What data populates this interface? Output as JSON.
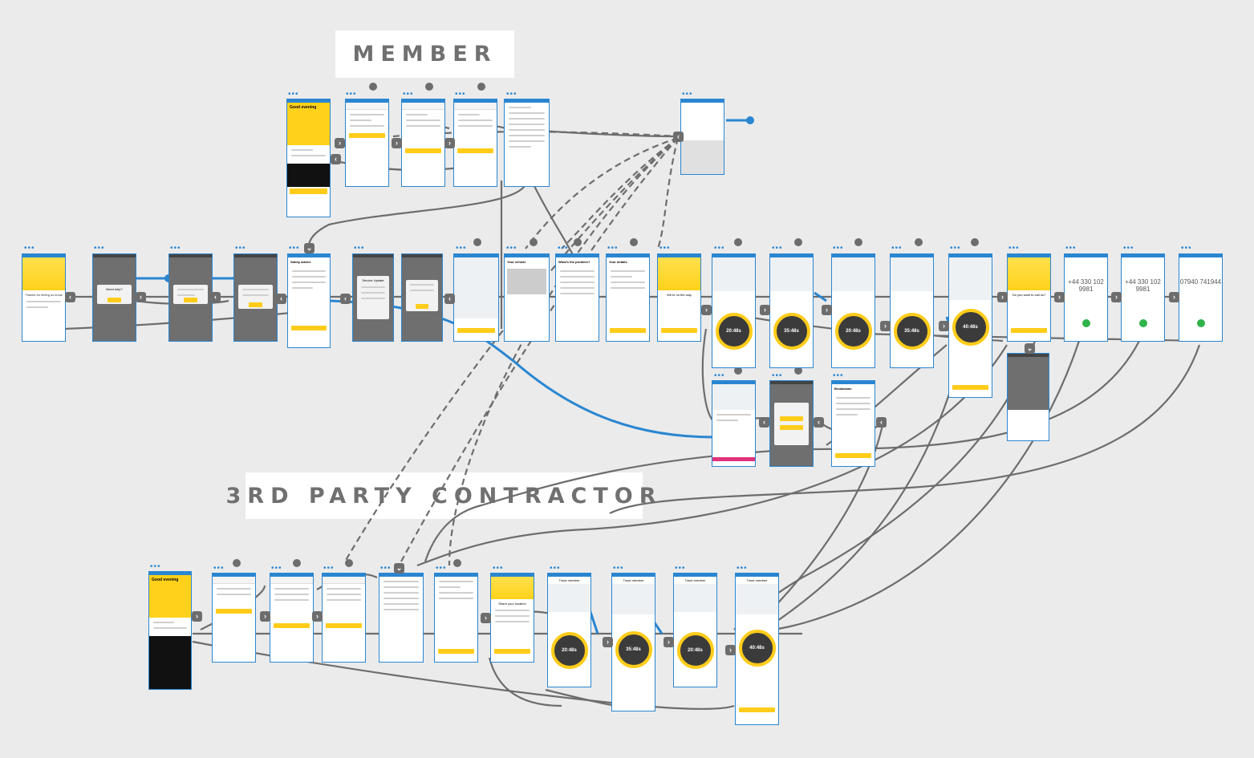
{
  "sections": {
    "member_label": "MEMBER",
    "contractor_label": "3RD PARTY CONTRACTOR"
  },
  "screens": {
    "good_evening": "Good evening",
    "thanks_text": "Thanks for letting us know",
    "need_help": "Need help?",
    "safety_advice": "Safety advice",
    "service_update": "Service Update",
    "your_vehicle": "Your vehicle",
    "whats_problem": "What's the problem?",
    "your_details": "Your details",
    "on_the_way": "We're on the way",
    "track_member": "Track member",
    "share_location": "Share your location",
    "breakdown": "Breakdown",
    "call_question": "Do you want to call us?"
  },
  "timers": [
    "20:48s",
    "35:48s",
    "20:48s",
    "35:48s",
    "40:48s",
    "20:48s",
    "20:48s"
  ],
  "phone_numbers": [
    "+44 330 102 9981",
    "+44 330 102 9981",
    "07940 741944"
  ],
  "colors": {
    "accent_blue": "#2a86d1",
    "brand_yellow": "#ffcc1a",
    "connector_grey": "#6d6d6d",
    "canvas": "#ebebeb"
  }
}
